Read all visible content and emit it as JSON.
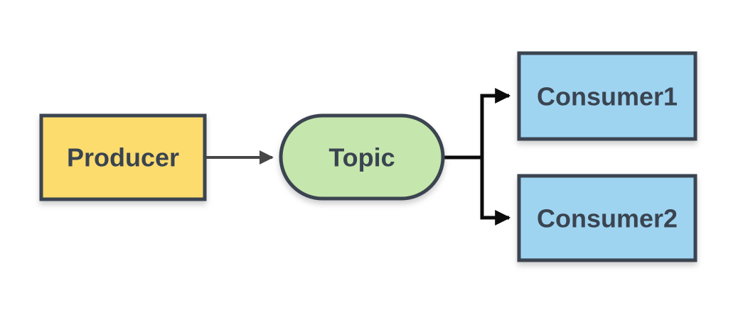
{
  "diagram": {
    "kind": "flow-diagram",
    "nodes": {
      "producer": {
        "label": "Producer",
        "shape": "rectangle",
        "fill": "#FDDC6E"
      },
      "topic": {
        "label": "Topic",
        "shape": "stadium",
        "fill": "#C5E6AC"
      },
      "consumer1": {
        "label": "Consumer1",
        "shape": "rectangle",
        "fill": "#9FD4F1"
      },
      "consumer2": {
        "label": "Consumer2",
        "shape": "rectangle",
        "fill": "#9FD4F1"
      }
    },
    "edges": [
      {
        "from": "Producer",
        "to": "Topic",
        "color": "#474747",
        "style": "arrow"
      },
      {
        "from": "Topic",
        "to": "Consumer1",
        "color": "#0B0B0B",
        "style": "arrow"
      },
      {
        "from": "Topic",
        "to": "Consumer2",
        "color": "#0B0B0B",
        "style": "arrow"
      }
    ],
    "colors": {
      "node_border": "#3B4450",
      "label_text": "#3A4450",
      "background": "#FFFFFF"
    }
  }
}
